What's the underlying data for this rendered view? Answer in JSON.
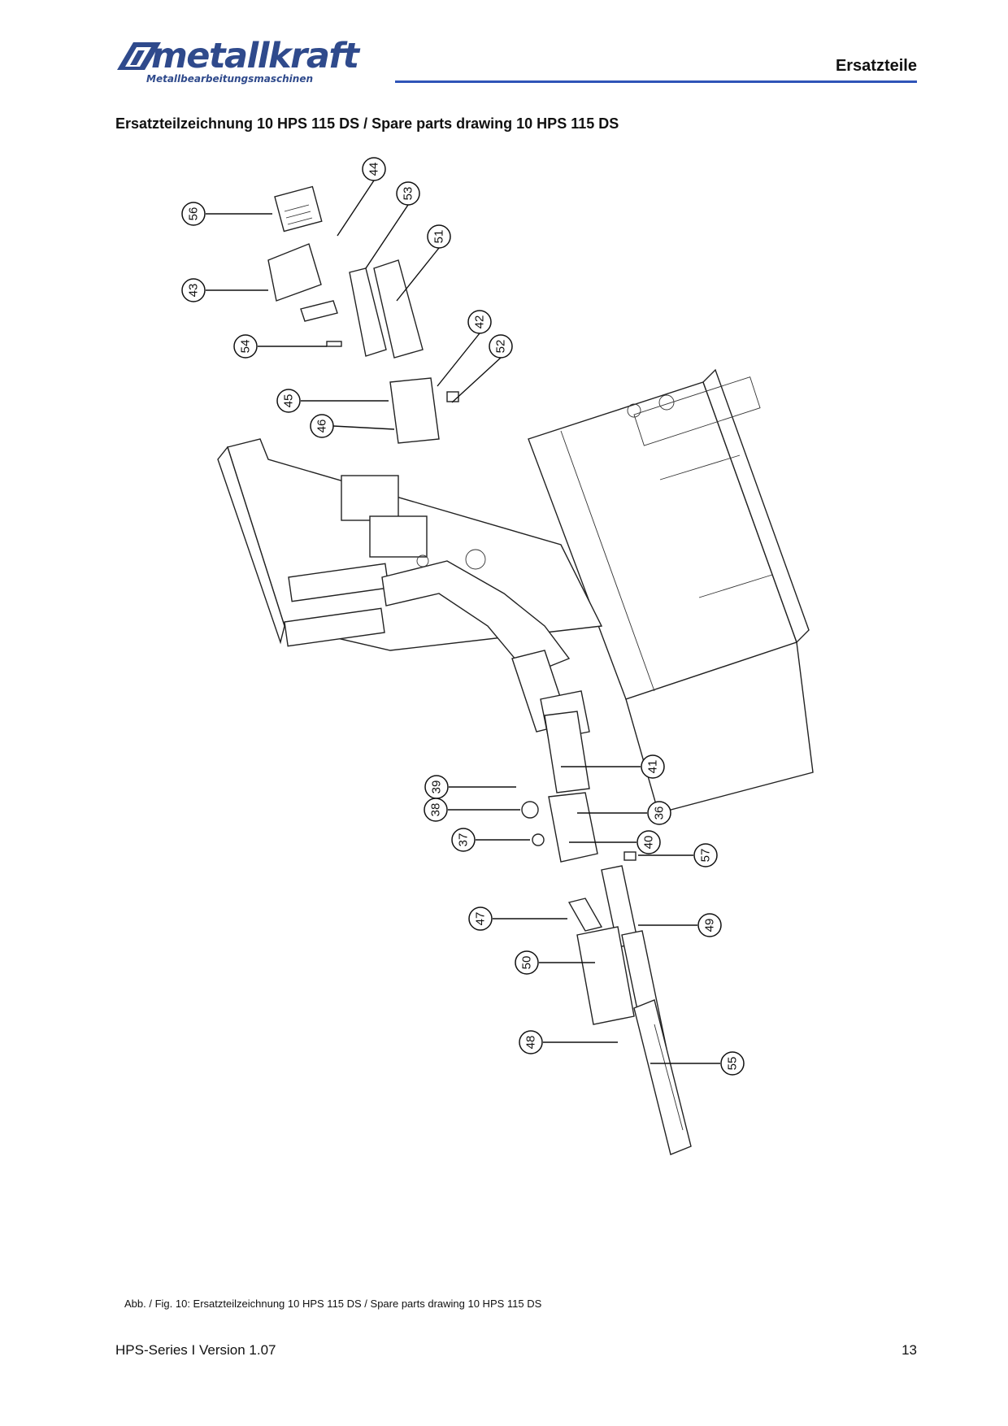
{
  "header": {
    "brand": "metallkraft",
    "tagline": "Metallbearbeitungsmaschinen",
    "section_title": "Ersatzteile",
    "accent_color": "#2f54b8",
    "logo_color": "#2f4a8c"
  },
  "page_title": "Ersatzteilzeichnung 10 HPS 115 DS / Spare parts drawing 10 HPS 115 DS",
  "drawing": {
    "callouts": [
      "56",
      "44",
      "53",
      "51",
      "43",
      "42",
      "54",
      "52",
      "45",
      "46",
      "41",
      "39",
      "40",
      "38",
      "36",
      "37",
      "57",
      "47",
      "49",
      "50",
      "48",
      "55"
    ]
  },
  "caption": "Abb. / Fig. 10: Ersatzteilzeichnung 10 HPS 115 DS / Spare parts drawing 10 HPS 115 DS",
  "footer": {
    "series": "HPS-Series I Version 1.07",
    "page_number": "13"
  }
}
